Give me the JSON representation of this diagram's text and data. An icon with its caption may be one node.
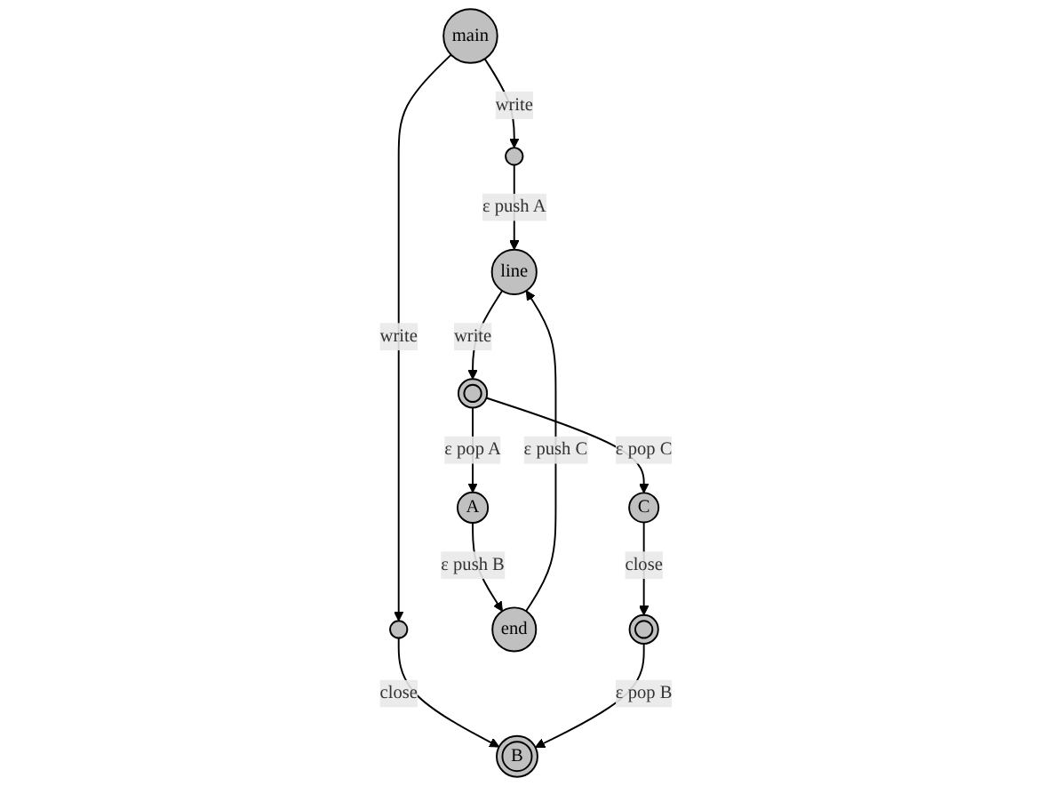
{
  "diagram": {
    "nodes": [
      {
        "text": [
          "main"
        ]
      },
      {
        "text": [],
        "shape": "circle"
      },
      {
        "text": [],
        "shape": "circle"
      },
      {
        "text": [
          "line"
        ]
      },
      {
        "text": [
          "end"
        ]
      },
      {
        "text": [
          "A"
        ]
      },
      {
        "text": [],
        "shape": "circle"
      },
      {
        "text": [
          "C"
        ]
      },
      {
        "text": [],
        "shape": "circle"
      },
      {
        "text": [
          "B"
        ]
      }
    ],
    "edges": [
      {
        "from": 0,
        "to": 1,
        "arrow": "to",
        "label": "write"
      },
      {
        "from": 0,
        "to": 2,
        "arrow": "to",
        "label": "write"
      },
      {
        "from": 1,
        "to": 9,
        "arrow": "to",
        "label": "close"
      },
      {
        "from": 2,
        "to": 3,
        "arrow": "to",
        "label": "ε push A"
      },
      {
        "from": 5,
        "to": 4,
        "arrow": "to",
        "label": "ε push B"
      },
      {
        "from": 4,
        "to": 3,
        "arrow": "to",
        "label": "ε push C"
      },
      {
        "from": 3,
        "to": 6,
        "arrow": "to",
        "label": "write"
      },
      {
        "from": 6,
        "to": 5,
        "arrow": "to",
        "label": "ε pop A"
      },
      {
        "from": 6,
        "to": 7,
        "arrow": "to",
        "label": "ε pop C"
      },
      {
        "from": 7,
        "to": 8,
        "arrow": "to",
        "label": "close"
      },
      {
        "from": 8,
        "to": 9,
        "arrow": "to",
        "label": "ε pop B"
      }
    ]
  }
}
